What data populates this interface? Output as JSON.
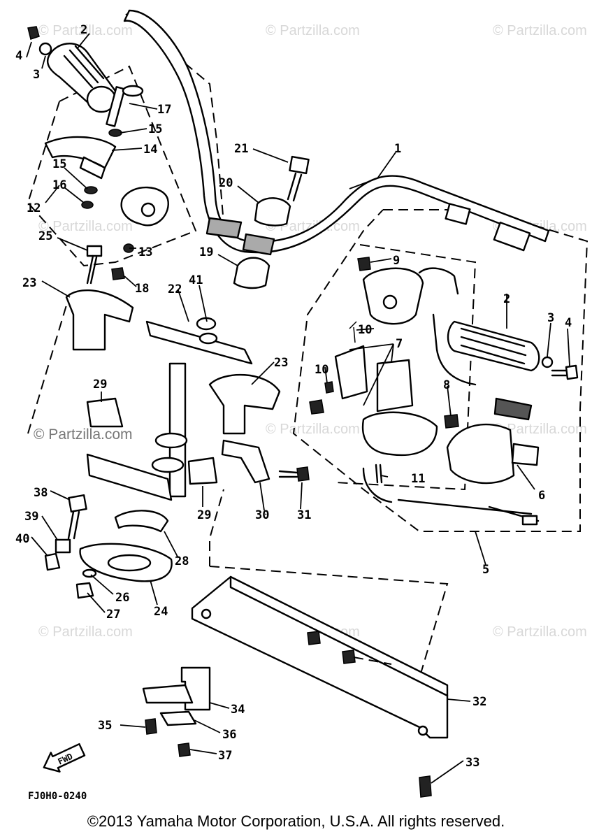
{
  "watermark": "© Partzilla.com",
  "callouts": [
    {
      "id": "c1",
      "text": "1"
    },
    {
      "id": "c2a",
      "text": "2"
    },
    {
      "id": "c2b",
      "text": "2"
    },
    {
      "id": "c3a",
      "text": "3"
    },
    {
      "id": "c3b",
      "text": "3"
    },
    {
      "id": "c4a",
      "text": "4"
    },
    {
      "id": "c4b",
      "text": "4"
    },
    {
      "id": "c5",
      "text": "5"
    },
    {
      "id": "c6",
      "text": "6"
    },
    {
      "id": "c7",
      "text": "7"
    },
    {
      "id": "c8",
      "text": "8"
    },
    {
      "id": "c9",
      "text": "9"
    },
    {
      "id": "c10a",
      "text": "10"
    },
    {
      "id": "c10b",
      "text": "10"
    },
    {
      "id": "c11",
      "text": "11"
    },
    {
      "id": "c12",
      "text": "12"
    },
    {
      "id": "c13",
      "text": "13"
    },
    {
      "id": "c14",
      "text": "14"
    },
    {
      "id": "c15a",
      "text": "15"
    },
    {
      "id": "c15b",
      "text": "15"
    },
    {
      "id": "c16",
      "text": "16"
    },
    {
      "id": "c17",
      "text": "17"
    },
    {
      "id": "c18",
      "text": "18"
    },
    {
      "id": "c19",
      "text": "19"
    },
    {
      "id": "c20",
      "text": "20"
    },
    {
      "id": "c21",
      "text": "21"
    },
    {
      "id": "c22",
      "text": "22"
    },
    {
      "id": "c23a",
      "text": "23"
    },
    {
      "id": "c23b",
      "text": "23"
    },
    {
      "id": "c24",
      "text": "24"
    },
    {
      "id": "c25",
      "text": "25"
    },
    {
      "id": "c26",
      "text": "26"
    },
    {
      "id": "c27",
      "text": "27"
    },
    {
      "id": "c28",
      "text": "28"
    },
    {
      "id": "c29a",
      "text": "29"
    },
    {
      "id": "c29b",
      "text": "29"
    },
    {
      "id": "c30",
      "text": "30"
    },
    {
      "id": "c31",
      "text": "31"
    },
    {
      "id": "c32",
      "text": "32"
    },
    {
      "id": "c33",
      "text": "33"
    },
    {
      "id": "c34",
      "text": "34"
    },
    {
      "id": "c35",
      "text": "35"
    },
    {
      "id": "c36",
      "text": "36"
    },
    {
      "id": "c37",
      "text": "37"
    },
    {
      "id": "c38",
      "text": "38"
    },
    {
      "id": "c39",
      "text": "39"
    },
    {
      "id": "c40",
      "text": "40"
    },
    {
      "id": "c41",
      "text": "41"
    }
  ],
  "fwd_label": "FWD",
  "diagram_code": "FJ0H0-0240",
  "copyright": "©2013  Yamaha Motor Corporation, U.S.A. All rights reserved."
}
